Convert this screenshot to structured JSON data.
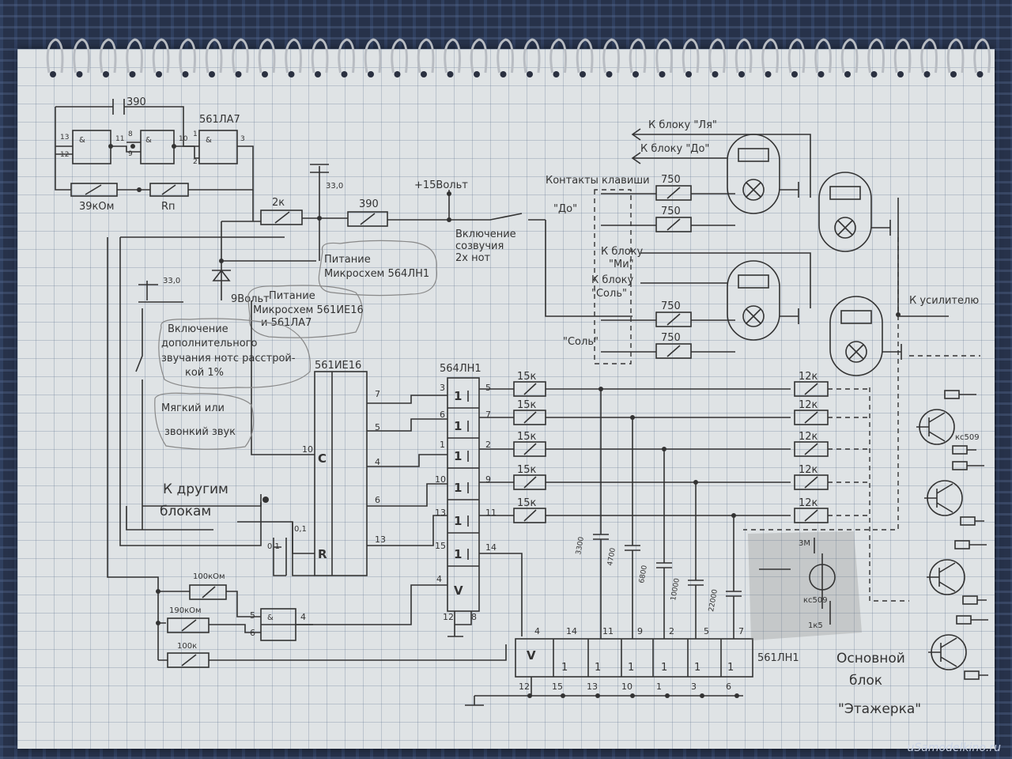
{
  "chips": {
    "osc_ic": "561ЛА7",
    "counter_ic": "561ИЕ16",
    "inverter_ic": "564ЛН1",
    "inverter_ic2": "561ЛН1",
    "gate_label": "&",
    "buffer_label": "1",
    "pin_c": "C",
    "pin_r": "R",
    "pin_v": "V"
  },
  "components": {
    "cap_390": "390",
    "res_39k": "39кОм",
    "res_rp": "Rп",
    "res_2k": "2к",
    "res_390": "390",
    "cap_33a": "33,0",
    "cap_33b": "33,0",
    "zener": "9Вольт",
    "res_750": "750",
    "res_15k": "15к",
    "res_12k": "12к",
    "res_100kom": "100кОм",
    "res_190kom": "190кОм",
    "res_100k": "100к",
    "cap_01a": "0,1",
    "cap_01b": "0,1",
    "caps": [
      "3300",
      "4700",
      "6800",
      "10000",
      "22000"
    ],
    "res_3m": "3М",
    "res_1k": "1к5",
    "transistor_1": "кс509",
    "transistor_2": "кс509"
  },
  "labels": {
    "supply": "+15Вольт",
    "harmony_line1": "Включение",
    "harmony_line2": "созвучия",
    "harmony_line3": "2х нот",
    "power_564_line1": "Питание",
    "power_564_line2": "Микросхем 564ЛН1",
    "power_561_line1": "Питание",
    "power_561_line2": "Микросхем 561ИЕ16",
    "power_561_line3": "и 561ЛА7",
    "extra_line1": "Включение",
    "extra_line2": "дополнительного",
    "extra_line3": "звучания нотс расстрой-",
    "extra_line4": "кой 1%",
    "soft_line1": "Мягкий или",
    "soft_line2": "звонкий звук",
    "other_line1": "К другим",
    "other_line2": "блокам",
    "contacts": "Контакты клавиши",
    "to_la": "К блоку \"Ля\"",
    "to_do": "К блоку \"До\"",
    "key_do": "\"До\"",
    "to_mi_line1": "К блоку",
    "to_mi_line2": "\"Ми\"",
    "to_sol_line1": "К блоку",
    "to_sol_line2": "\"Соль\"",
    "key_sol": "\"Соль\"",
    "to_amp": "К усилителю",
    "main_line1": "Основной",
    "main_line2": "блок",
    "main_line3": "\"Этажерка\""
  },
  "pins": {
    "osc": [
      "13",
      "12",
      "11",
      "8",
      "9",
      "10",
      "1",
      "2",
      "3"
    ],
    "counter_out": [
      "7",
      "5",
      "4",
      "6",
      "13"
    ],
    "counter_c": "10",
    "inv_in": [
      "3",
      "6",
      "1",
      "10",
      "13",
      "15",
      "4"
    ],
    "inv_out": [
      "5",
      "7",
      "2",
      "9",
      "11",
      "14"
    ],
    "inv_bottom": [
      "12",
      "8"
    ],
    "gate": [
      "5",
      "6",
      "4"
    ],
    "ln1_top": [
      "4",
      "14",
      "11",
      "9",
      "2",
      "5",
      "7"
    ],
    "ln1_bottom": [
      "12",
      "15",
      "13",
      "10",
      "1",
      "3",
      "6"
    ]
  },
  "watermark": "uSamodelkino.ru"
}
